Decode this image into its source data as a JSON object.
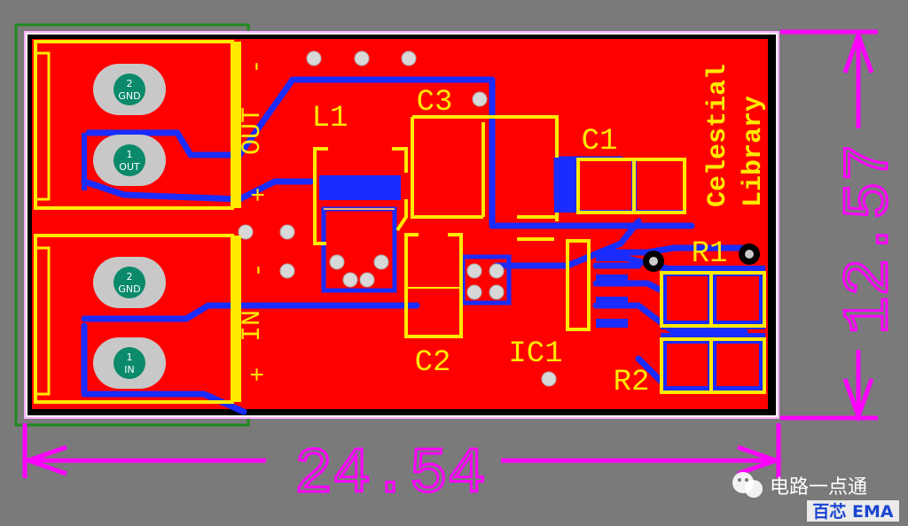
{
  "colors": {
    "background": "#7a7a7a",
    "board": "#000000",
    "copper_top": "#ff0000",
    "copper_bottom": "#1a2cff",
    "silkscreen": "#ffea00",
    "pad": "#c8c8c8",
    "pad_text": "#0a8a6a",
    "dimension": "#ff00ff",
    "outline": "#ffb0ff"
  },
  "board_text": {
    "line1": "Celestial",
    "line2": "Library"
  },
  "designators": {
    "L1": "L1",
    "C1": "C1",
    "C2": "C2",
    "C3": "C3",
    "IC1": "IC1",
    "R1": "R1",
    "R2": "R2"
  },
  "connector_out": {
    "label": "OUT",
    "minus": "-",
    "plus": "+",
    "pin2_num": "2",
    "pin2_name": "GND",
    "pin1_num": "1",
    "pin1_name": "OUT"
  },
  "connector_in": {
    "label": "IN",
    "minus": "-",
    "plus": "+",
    "pin2_num": "2",
    "pin2_name": "GND",
    "pin1_num": "1",
    "pin1_name": "IN"
  },
  "dimensions": {
    "width": "24.54",
    "height": "12.57"
  },
  "watermark": {
    "channel": "电路一点通",
    "brand": "百芯 EMA"
  }
}
